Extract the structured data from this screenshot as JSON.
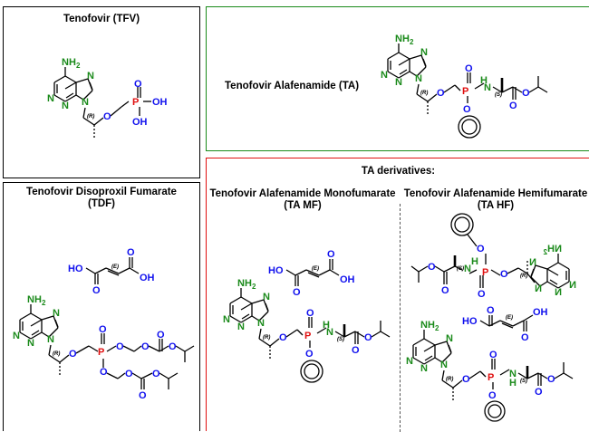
{
  "colors": {
    "nitrogen": "#1a8a1a",
    "oxygen": "#1010ee",
    "phosphorus": "#e01010",
    "bond": "#000000",
    "tfv_border": "#000000",
    "ta_border": "#1a8a1a",
    "derivatives_border": "#e01010",
    "tdf_border": "#000000"
  },
  "panels": {
    "tfv": {
      "title": "Tenofovir (TFV)"
    },
    "ta": {
      "title": "Tenofovir Alafenamide (TA)"
    },
    "tdf": {
      "title": "Tenofovir Disoproxil Fumarate",
      "subtitle": "(TDF)"
    },
    "derivatives": {
      "title": "TA derivatives:",
      "mf": {
        "title": "Tenofovir Alafenamide Monofumarate",
        "subtitle": "(TA MF)"
      },
      "hf": {
        "title": "Tenofovir Alafenamide Hemifumarate",
        "subtitle": "(TA HF)"
      }
    }
  },
  "atoms": {
    "nh2": "NH",
    "nh2_sub": "2",
    "n": "N",
    "o": "O",
    "p": "P",
    "oh": "OH",
    "ho": "HO",
    "h": "H",
    "r": "(R)",
    "s": "(S)",
    "e": "(E)"
  }
}
